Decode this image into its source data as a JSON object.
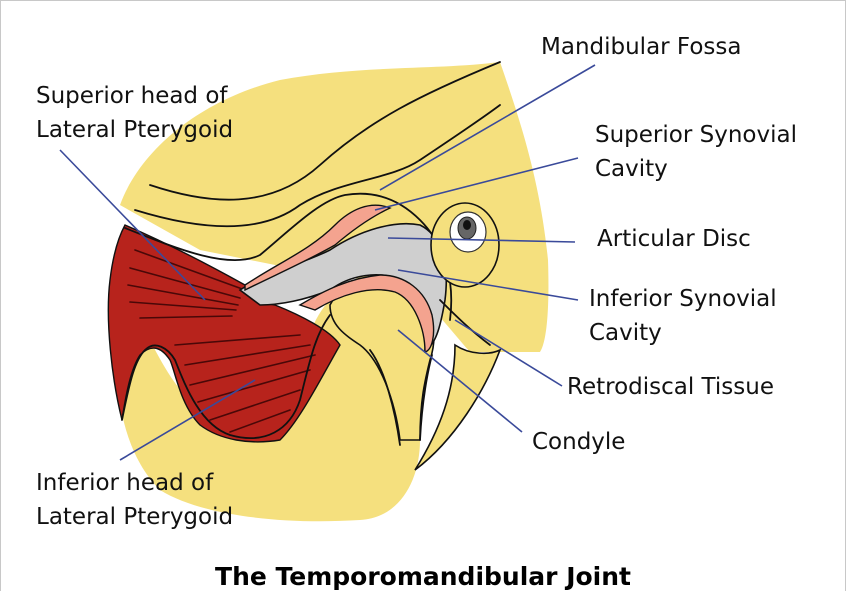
{
  "labels": {
    "mandibular_fossa": "Mandibular Fossa",
    "superior_head_line1": "Superior head of",
    "superior_head_line2": "Lateral Pterygoid",
    "superior_synovial_line1": "Superior Synovial",
    "superior_synovial_line2": "Cavity",
    "articular_disc": "Articular Disc",
    "inferior_synovial_line1": "Inferior Synovial",
    "inferior_synovial_line2": "Cavity",
    "retrodiscal_tissue": "Retrodiscal Tissue",
    "condyle": "Condyle",
    "inferior_head_line1": "Inferior head of",
    "inferior_head_line2": "Lateral Pterygoid"
  },
  "title": "The Temporomandibular Joint",
  "colors": {
    "bone": "#f5e07e",
    "muscle": "#b7231c",
    "disc": "#cfcfcf",
    "synovial": "#f4a38f",
    "leader": "#3a4a9a"
  }
}
